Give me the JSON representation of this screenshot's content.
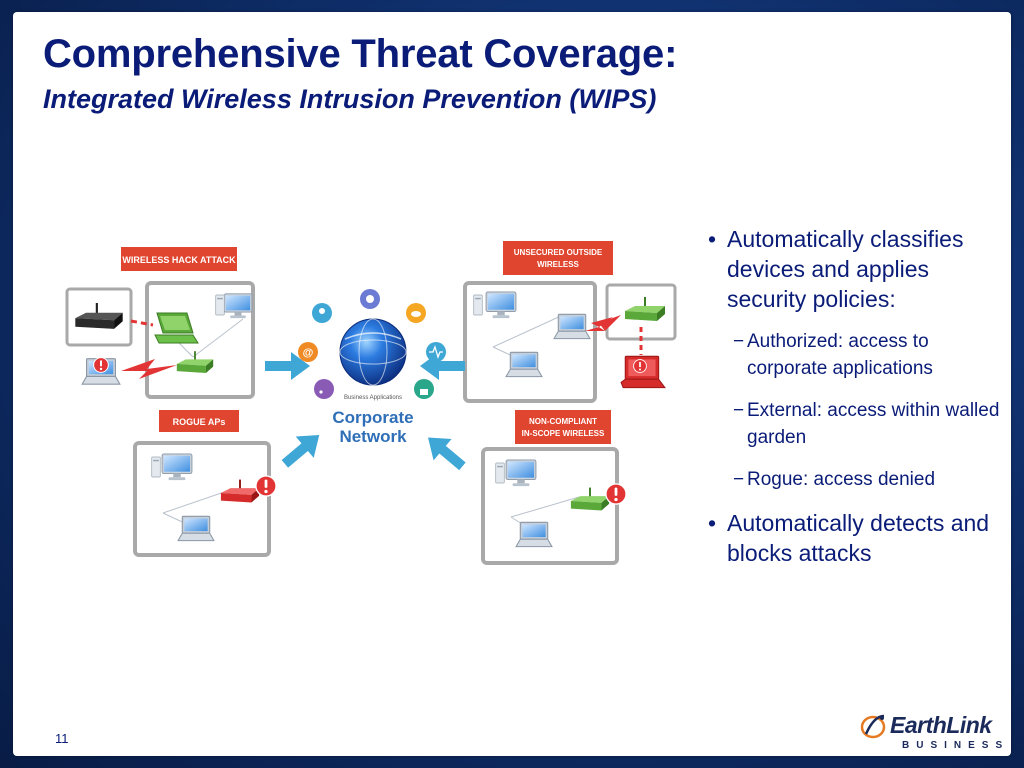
{
  "slide": {
    "title": "Comprehensive Threat Coverage:",
    "subtitle": "Integrated Wireless Intrusion Prevention (WIPS)",
    "page_number": "11"
  },
  "diagram": {
    "labels": {
      "wireless_hack_attack": "WIRELESS HACK ATTACK",
      "unsecured_line1": "UNSECURED  OUTSIDE",
      "unsecured_line2": "WIRELESS",
      "rogue_aps": "ROGUE APs",
      "noncompliant_line1": "NON-COMPLIANT",
      "noncompliant_line2": "IN-SCOPE WIRELESS",
      "business_applications": "Business Applications",
      "corporate": "Corporate",
      "network": "Network"
    },
    "colors": {
      "label_red": "#e0452f",
      "arrow_blue": "#3fa7d6",
      "router_green": "#6cc04a",
      "router_red": "#e23434",
      "title_navy": "#0a1c78"
    }
  },
  "bullets": {
    "b1": "Automatically classifies devices and applies security policies:",
    "sub1": "Authorized: access to corporate applications",
    "sub2": "External: access within walled garden",
    "sub3": "Rogue:  access denied",
    "b2": "Automatically detects and blocks attacks"
  },
  "logo": {
    "brand": "EarthLink",
    "sub": "BUSINESS",
    "reg": "®"
  }
}
